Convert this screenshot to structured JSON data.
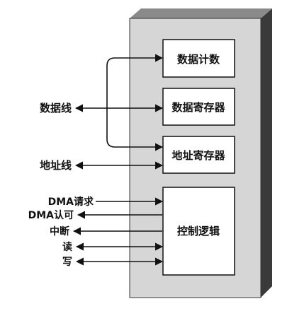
{
  "diagram": {
    "registers": {
      "data_count": "数据计数",
      "data_register": "数据寄存器",
      "address_register": "地址寄存器",
      "control_logic": "控制逻辑"
    },
    "signals": {
      "data_line": "数据线",
      "address_line": "地址线",
      "dma_request": "DMA请求",
      "dma_ack": "DMA认可",
      "interrupt": "中断",
      "read": "读",
      "write": "写"
    },
    "colors": {
      "panel_face": "#d6d6d6",
      "panel_side": "#3a3a3a",
      "panel_top": "#8a8a8a",
      "line": "#111111",
      "box_fill": "#ffffff"
    }
  }
}
